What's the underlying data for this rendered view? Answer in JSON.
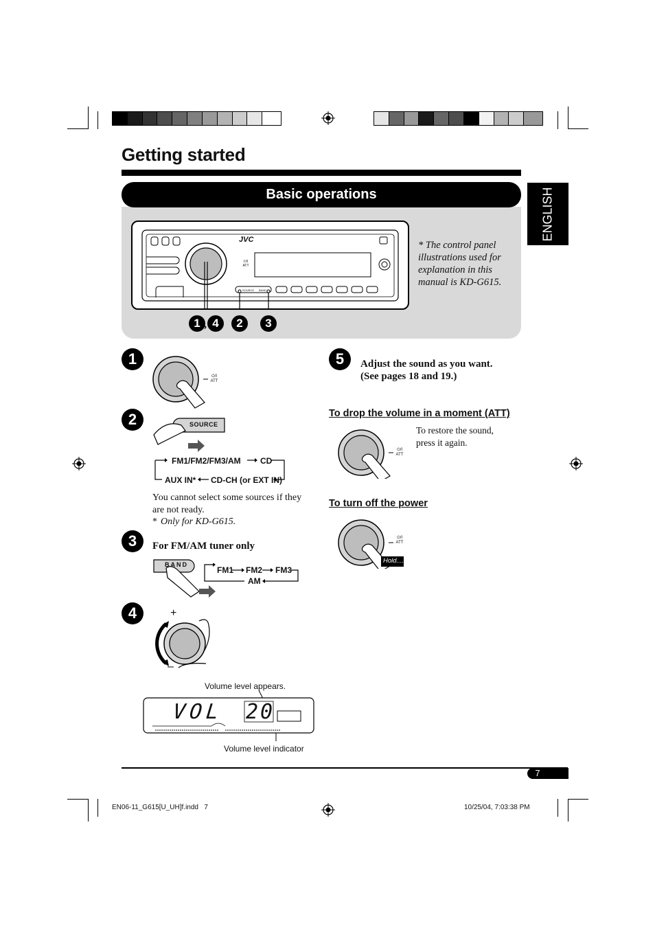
{
  "page": {
    "title": "Getting started",
    "section": "Basic operations",
    "language_tab": "ENGLISH",
    "page_number": "7"
  },
  "panel": {
    "brand": "JVC",
    "note": "* The control panel illustrations used for explanation in this manual is KD-G615.",
    "callouts": [
      "1",
      ",",
      "4",
      "2",
      "3"
    ],
    "button_labels": [
      "SOURCE",
      "BAND"
    ],
    "att_label": "⏻/I ATT"
  },
  "steps": {
    "s1": {
      "num": "1",
      "att_label": "⏻/I\nATT"
    },
    "s2": {
      "num": "2",
      "source_label": "SOURCE",
      "flow_top": "FM1/FM2/FM3/AM",
      "flow_cd": "CD",
      "flow_aux": "AUX IN*",
      "flow_cdch": "CD-CH (or EXT IN)",
      "note": "You cannot select some sources if they are not ready.",
      "footnote_mark": "*",
      "footnote": "Only for KD-G615."
    },
    "s3": {
      "num": "3",
      "heading": "For FM/AM tuner only",
      "band_label": "BAND",
      "fm1": "FM1",
      "fm2": "FM2",
      "fm3": "FM3",
      "am": "AM"
    },
    "s4": {
      "num": "4",
      "plus": "+",
      "minus": "–",
      "volume_appears": "Volume level appears.",
      "display_text": "VOL",
      "display_value": "20",
      "volume_indicator": "Volume level indicator"
    },
    "s5": {
      "num": "5",
      "line1": "Adjust the sound as you want.",
      "line2": "(See pages 18 and 19.)"
    }
  },
  "att_section": {
    "heading": "To drop the volume in a moment (ATT)",
    "note": "To restore the sound, press it again."
  },
  "power_section": {
    "heading": "To turn off the power",
    "hold_label": "Hold...."
  },
  "footer": {
    "file": "EN06-11_G615[U_UH]f.indd   7",
    "timestamp": "10/25/04, 7:03:38 PM"
  },
  "colors": {
    "black": "#000000",
    "panel_grey": "#d9d9d9"
  }
}
